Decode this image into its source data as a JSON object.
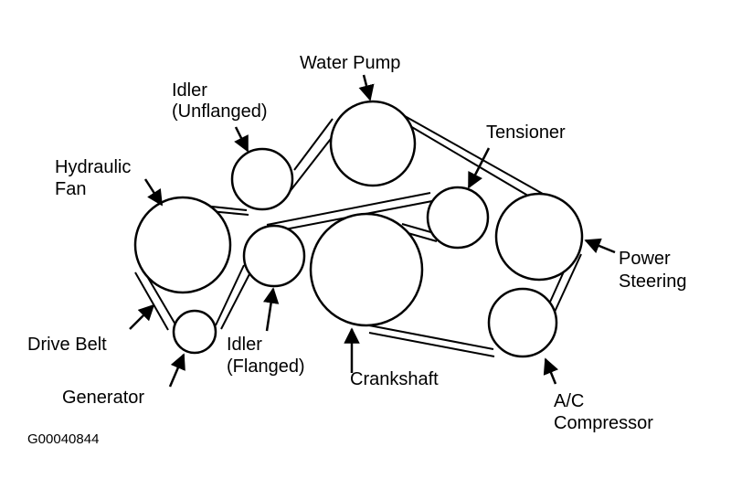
{
  "labels": {
    "water_pump": "Water Pump",
    "idler_unflanged_line1": "Idler",
    "idler_unflanged_line2": "(Unflanged)",
    "tensioner": "Tensioner",
    "hydraulic_fan_line1": "Hydraulic",
    "hydraulic_fan_line2": "Fan",
    "power_steering_line1": "Power",
    "power_steering_line2": "Steering",
    "drive_belt": "Drive Belt",
    "idler_flanged_line1": "Idler",
    "idler_flanged_line2": "(Flanged)",
    "crankshaft": "Crankshaft",
    "generator": "Generator",
    "ac_compressor_line1": "A/C",
    "ac_compressor_line2": "Compressor"
  },
  "figure_id": "G00040844",
  "colors": {
    "ink": "#000000",
    "paper": "#ffffff"
  }
}
